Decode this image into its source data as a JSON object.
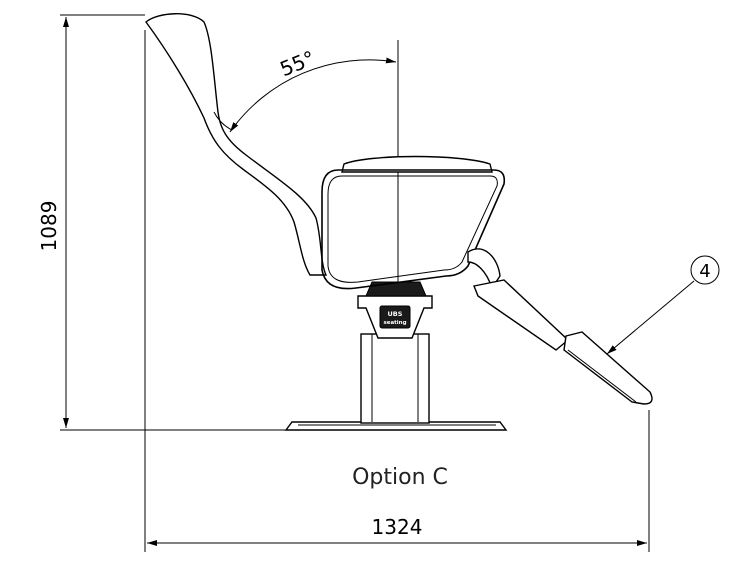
{
  "drawing": {
    "height_dimension": "1089",
    "width_dimension": "1324",
    "angle_dimension": "55°",
    "caption": "Option C",
    "callout_number": "4",
    "base_stamp_line1": "UBS",
    "base_stamp_line2": "seating"
  }
}
